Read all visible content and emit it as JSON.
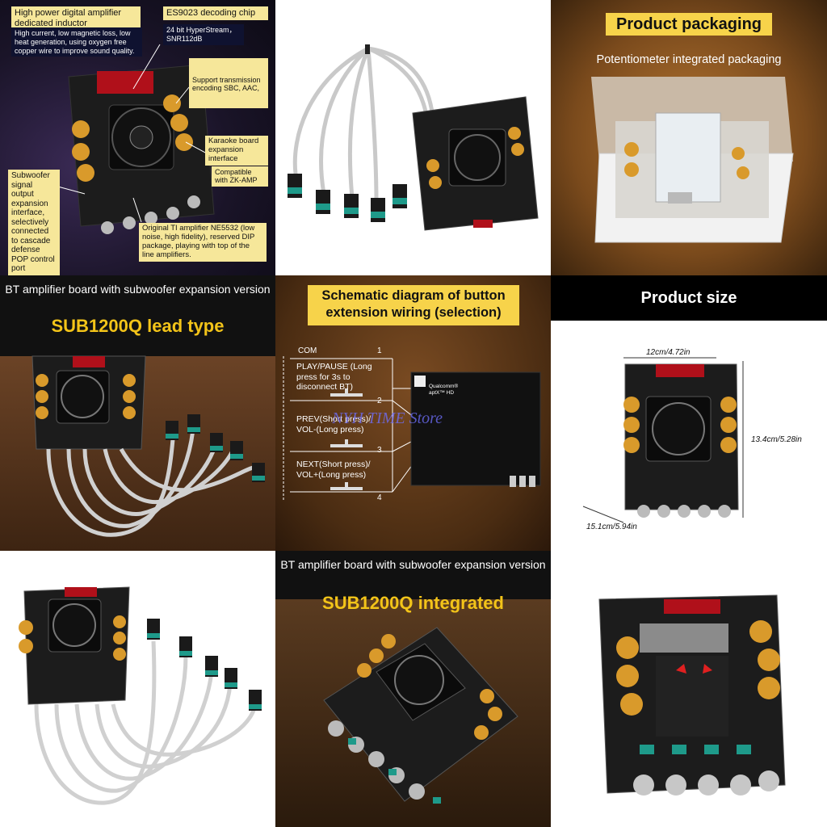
{
  "tile1": {
    "inductor_title": "High power digital amplifier dedicated inductor",
    "inductor_desc": "High current, low magnetic loss, low heat generation, using oxygen free copper wire to improve sound quality.",
    "chip_title": "ES9023 decoding chip",
    "chip_desc": "24 bit HyperStream， SNR112dB",
    "transmission": "Support transmission encoding SBC, AAC,",
    "karaoke": "Karaoke board expansion interface",
    "karaoke_compat": "Compatible with ZK-AMP",
    "subwoofer": "Subwoofer signal output expansion interface, selectively connected to cascade defense POP control port",
    "ti": "Original TI            amplifier NE5532 (low noise, high fidelity), reserved DIP package, playing with top of the line amplifiers."
  },
  "tile3": {
    "title": "Product packaging",
    "subtitle": "Potentiometer integrated packaging"
  },
  "tile4": {
    "heading": "BT amplifier board with subwoofer expansion version",
    "model": "SUB1200Q lead type"
  },
  "tile5": {
    "title": "Schematic diagram of button extension wiring (selection)",
    "com": "COM",
    "play": "PLAY/PAUSE (Long press for 3s to disconnect BT)",
    "prev": "PREV(Short press)/ VOL-(Long press)",
    "next": "NEXT(Short press)/ VOL+(Long press)",
    "pins": [
      "1",
      "2",
      "3",
      "4"
    ],
    "chip_brand": "Qualcomm®",
    "chip_model": "aptX™ HD",
    "watermark": "NYH TIME Store"
  },
  "tile6": {
    "title": "Product size",
    "width": "12cm/4.72in",
    "height": "13.4cm/5.28in",
    "depth": "15.1cm/5.94in"
  },
  "tile8": {
    "heading": "BT amplifier board with subwoofer expansion version",
    "model": "SUB1200Q integrated"
  }
}
